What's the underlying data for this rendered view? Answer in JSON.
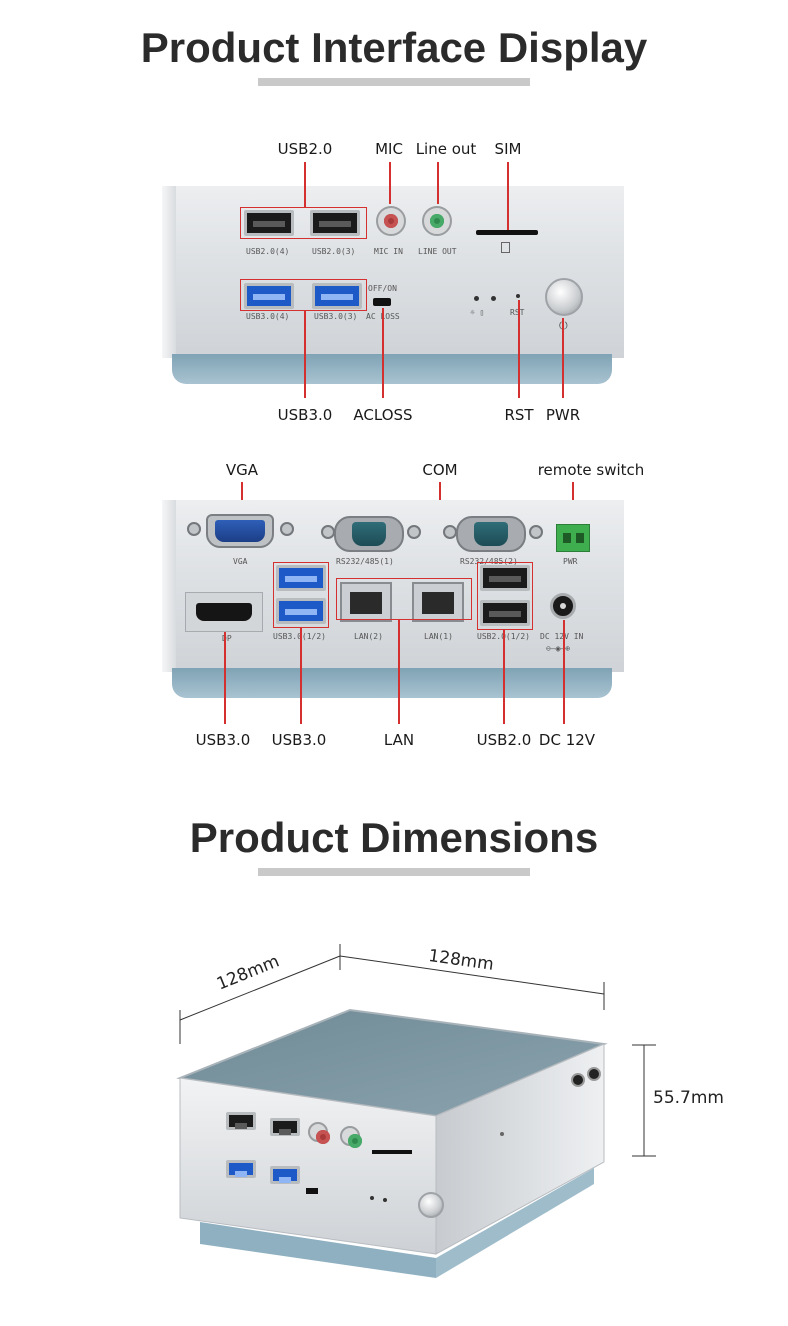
{
  "interface_section": {
    "title": "Product Interface Display",
    "front_labels": {
      "usb20": "USB2.0",
      "mic": "MIC",
      "line_out": "Line out",
      "sim": "SIM",
      "usb30": "USB3.0",
      "acloss": "ACLOSS",
      "rst": "RST",
      "pwr": "PWR"
    },
    "front_printed": {
      "usb2_4": "USB2.0(4)",
      "usb2_3": "USB2.0(3)",
      "mic_in": "MIC IN",
      "line_out": "LINE OUT",
      "usb3_4": "USB3.0(4)",
      "usb3_3": "USB3.0(3)",
      "off_on": "OFF/ON",
      "ac_loss": "AC LOSS",
      "rst": "RST"
    },
    "rear_labels": {
      "vga": "VGA",
      "com": "COM",
      "remote_switch": "remote switch",
      "usb30_a": "USB3.0",
      "usb30_b": "USB3.0",
      "lan": "LAN",
      "usb20": "USB2.0",
      "dc12v": "DC 12V"
    },
    "rear_printed": {
      "vga": "VGA",
      "rs1": "RS232/485(1)",
      "rs2": "RS232/485(2)",
      "pwr": "PWR",
      "dp": "DP",
      "usb3_12": "USB3.0(1/2)",
      "lan2": "LAN(2)",
      "lan1": "LAN(1)",
      "usb2_12": "USB2.0(1/2)",
      "dc_in": "DC 12V IN"
    }
  },
  "dimensions_section": {
    "title": "Product Dimensions",
    "depth": "128mm",
    "width": "128mm",
    "height": "55.7mm"
  },
  "colors": {
    "accent_red": "#d43030",
    "foot_blue": "#8fb0c1",
    "usb3_blue": "#1e59c8"
  }
}
